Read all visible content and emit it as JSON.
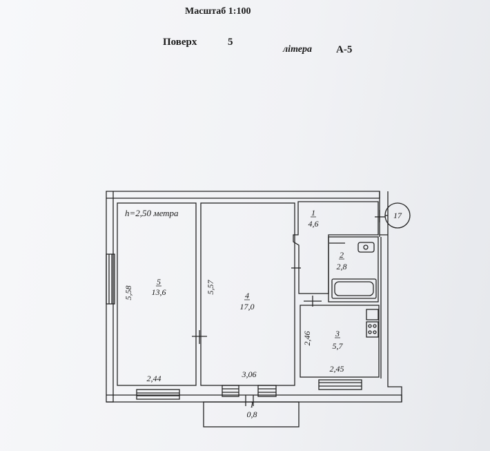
{
  "header": {
    "scale_text": "Масштаб 1:100",
    "floor_label": "Поверх",
    "floor_value": "5",
    "litera_label": "літера",
    "litera_value": "А-5"
  },
  "plan": {
    "ceiling_height": "h=2,50 метра",
    "apartment_number": "17",
    "rooms": [
      {
        "number": "1",
        "area": "4,6"
      },
      {
        "number": "2",
        "area": "2,8"
      },
      {
        "number": "3",
        "area": "5,7"
      },
      {
        "number": "4",
        "area": "17,0"
      },
      {
        "number": "5",
        "area": "13,6"
      }
    ],
    "balcony": {
      "number": "I",
      "area": "0,8"
    },
    "dimensions": {
      "room5_height": "5,58",
      "room4_height": "5,57",
      "room3_height": "2,46",
      "room5_width": "2,44",
      "room4_width": "3,06",
      "room3_width": "2,45"
    }
  }
}
